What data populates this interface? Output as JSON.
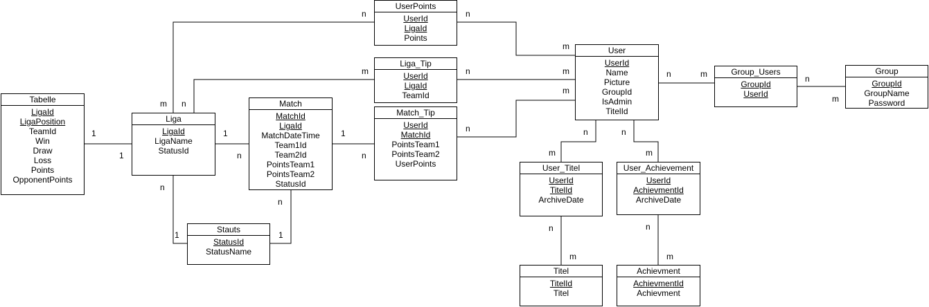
{
  "entities": [
    {
      "id": "tabelle",
      "name": "Tabelle",
      "attributes": [
        {
          "text": "LigaId",
          "key": true
        },
        {
          "text": "LigaPosition",
          "key": true
        },
        {
          "text": "TeamId",
          "key": false
        },
        {
          "text": "Win",
          "key": false
        },
        {
          "text": "Draw",
          "key": false
        },
        {
          "text": "Loss",
          "key": false
        },
        {
          "text": "Points",
          "key": false
        },
        {
          "text": "OpponentPoints",
          "key": false
        }
      ]
    },
    {
      "id": "liga",
      "name": "Liga",
      "attributes": [
        {
          "text": "LigaId",
          "key": true
        },
        {
          "text": "LigaName",
          "key": false
        },
        {
          "text": "StatusId",
          "key": false
        }
      ]
    },
    {
      "id": "match",
      "name": "Match",
      "attributes": [
        {
          "text": "MatchId",
          "key": true
        },
        {
          "text": "LigaId",
          "key": true
        },
        {
          "text": "MatchDateTime",
          "key": false
        },
        {
          "text": "Team1Id",
          "key": false
        },
        {
          "text": "Team2Id",
          "key": false
        },
        {
          "text": "PointsTeam1",
          "key": false
        },
        {
          "text": "PointsTeam2",
          "key": false
        },
        {
          "text": "StatusId",
          "key": false
        }
      ]
    },
    {
      "id": "stauts",
      "name": "Stauts",
      "attributes": [
        {
          "text": "StatusId",
          "key": true
        },
        {
          "text": "StatusName",
          "key": false
        }
      ]
    },
    {
      "id": "userpoints",
      "name": "UserPoints",
      "attributes": [
        {
          "text": "UserId",
          "key": true
        },
        {
          "text": "LigaId",
          "key": true
        },
        {
          "text": "Points",
          "key": false
        }
      ]
    },
    {
      "id": "liga_tip",
      "name": "Liga_Tip",
      "attributes": [
        {
          "text": "UserId",
          "key": true
        },
        {
          "text": "LigaId",
          "key": true
        },
        {
          "text": "TeamId",
          "key": false
        }
      ]
    },
    {
      "id": "match_tip",
      "name": "Match_Tip",
      "attributes": [
        {
          "text": "UserId",
          "key": true
        },
        {
          "text": "MatchId",
          "key": true
        },
        {
          "text": "PointsTeam1",
          "key": false
        },
        {
          "text": "PointsTeam2",
          "key": false
        },
        {
          "text": "UserPoints",
          "key": false
        }
      ]
    },
    {
      "id": "user",
      "name": "User",
      "attributes": [
        {
          "text": "UserId",
          "key": true
        },
        {
          "text": "Name",
          "key": false
        },
        {
          "text": "Picture",
          "key": false
        },
        {
          "text": "GroupId",
          "key": false
        },
        {
          "text": "IsAdmin",
          "key": false
        },
        {
          "text": "TitelId",
          "key": false
        }
      ]
    },
    {
      "id": "group_users",
      "name": "Group_Users",
      "attributes": [
        {
          "text": "GroupId",
          "key": true
        },
        {
          "text": "UserId",
          "key": true
        }
      ]
    },
    {
      "id": "group",
      "name": "Group",
      "attributes": [
        {
          "text": "GroupId",
          "key": true
        },
        {
          "text": "GroupName",
          "key": false
        },
        {
          "text": "Password",
          "key": false
        }
      ]
    },
    {
      "id": "user_titel",
      "name": "User_Titel",
      "attributes": [
        {
          "text": "UserId",
          "key": true
        },
        {
          "text": "TitelId",
          "key": true
        },
        {
          "text": "ArchiveDate",
          "key": false
        }
      ]
    },
    {
      "id": "user_achievement",
      "name": "User_Achievement",
      "attributes": [
        {
          "text": "UserId",
          "key": true
        },
        {
          "text": "AchievmentId",
          "key": true
        },
        {
          "text": "ArchiveDate",
          "key": false
        }
      ]
    },
    {
      "id": "titel",
      "name": "Titel",
      "attributes": [
        {
          "text": "TitelId",
          "key": true
        },
        {
          "text": "Titel",
          "key": false
        }
      ]
    },
    {
      "id": "achievment",
      "name": "Achievment",
      "attributes": [
        {
          "text": "AchievmentId",
          "key": true
        },
        {
          "text": "Achievment",
          "key": false
        }
      ]
    }
  ],
  "relations": [
    {
      "from": "tabelle",
      "to": "liga",
      "from_card": "1",
      "to_card": "1"
    },
    {
      "from": "liga",
      "to": "match",
      "from_card": "1",
      "to_card": "n"
    },
    {
      "from": "liga",
      "to": "stauts",
      "from_card": "n",
      "to_card": "1"
    },
    {
      "from": "match",
      "to": "stauts",
      "from_card": "n",
      "to_card": "1"
    },
    {
      "from": "liga",
      "to": "userpoints",
      "from_card": "m",
      "to_card": "n"
    },
    {
      "from": "liga",
      "to": "liga_tip",
      "from_card": "n",
      "to_card": "m"
    },
    {
      "from": "match",
      "to": "match_tip",
      "from_card": "1",
      "to_card": "n"
    },
    {
      "from": "userpoints",
      "to": "user",
      "from_card": "n",
      "to_card": "m"
    },
    {
      "from": "liga_tip",
      "to": "user",
      "from_card": "n",
      "to_card": "m"
    },
    {
      "from": "match_tip",
      "to": "user",
      "from_card": "n",
      "to_card": "m"
    },
    {
      "from": "user",
      "to": "group_users",
      "from_card": "n",
      "to_card": "m"
    },
    {
      "from": "group_users",
      "to": "group",
      "from_card": "n",
      "to_card": "m"
    },
    {
      "from": "user",
      "to": "user_titel",
      "from_card": "n",
      "to_card": "m"
    },
    {
      "from": "user",
      "to": "user_achievement",
      "from_card": "n",
      "to_card": "m"
    },
    {
      "from": "user_titel",
      "to": "titel",
      "from_card": "n",
      "to_card": "m"
    },
    {
      "from": "user_achievement",
      "to": "achievment",
      "from_card": "n",
      "to_card": "m"
    }
  ]
}
